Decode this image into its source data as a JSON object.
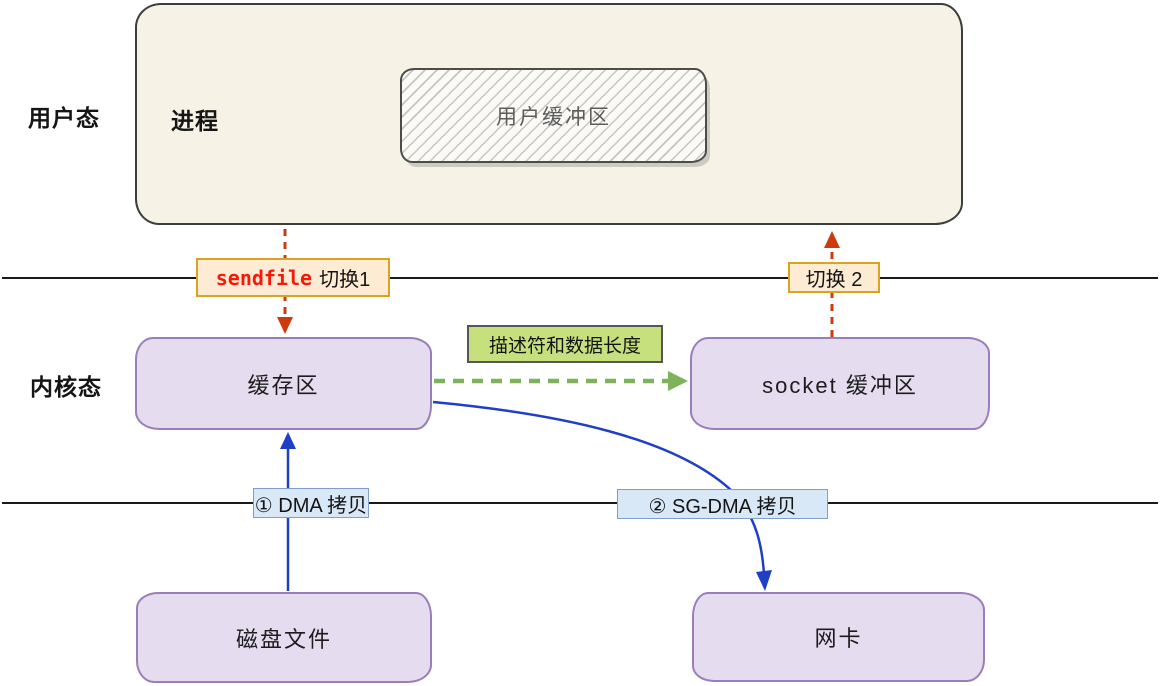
{
  "regions": {
    "user_mode": "用户态",
    "kernel_mode": "内核态"
  },
  "nodes": {
    "process": "进程",
    "user_buffer": "用户缓冲区",
    "kernel_buffer": "缓存区",
    "socket_buffer": "socket 缓冲区",
    "disk_file": "磁盘文件",
    "nic": "网卡"
  },
  "labels": {
    "sendfile_code": "sendfile",
    "sendfile_switch": "切换1",
    "switch_2": "切换 2",
    "descriptor": "描述符和数据长度",
    "dma_copy": "① DMA 拷贝",
    "sg_dma_copy": "② SG-DMA 拷贝"
  },
  "colors": {
    "mode_switch_arrow": "#cc3a0e",
    "dma_arrow": "#1f3fc4",
    "descriptor_arrow": "#7eb35c",
    "boundary_line": "#1a1a1a",
    "node_fill": "#e6dcef",
    "node_border": "#9b7eb8",
    "process_fill": "#f6f2e6",
    "switch_label_bg": "#fdebd3",
    "switch_label_border": "#d9a520",
    "descriptor_label_bg": "#c5e07d",
    "copy_label_bg": "#d9e8f7",
    "copy_label_border": "#7e9fc7",
    "sendfile_text": "#f5190a"
  }
}
